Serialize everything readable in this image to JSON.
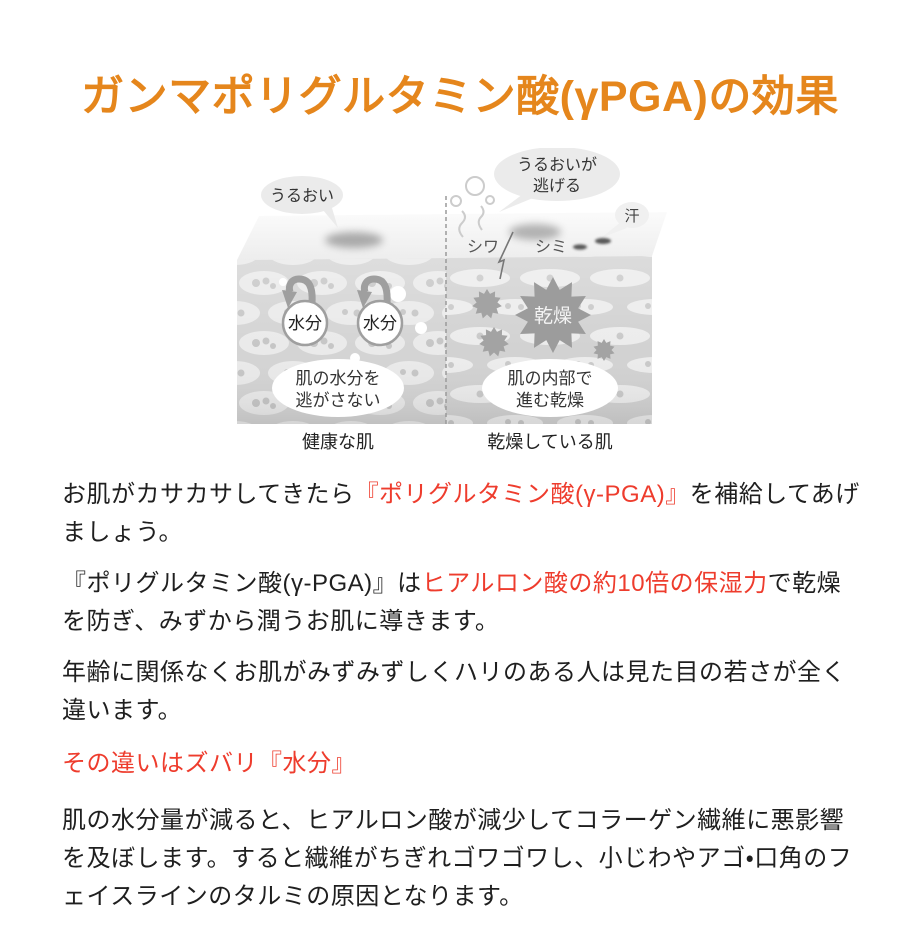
{
  "title": {
    "text": "ガンマポリグルタミン酸(γPGA)の効果"
  },
  "diagram": {
    "left": {
      "bubble": "うるおい",
      "drop_label": "水分",
      "callout_line1": "肌の水分を",
      "callout_line2": "逃がさない",
      "caption": "健康な肌"
    },
    "right": {
      "bubble_line1": "うるおいが",
      "bubble_line2": "逃げる",
      "sweat": "汗",
      "wrinkle": "シワ",
      "spot": "シミ",
      "dry": "乾燥",
      "callout_line1": "肌の内部で",
      "callout_line2": "進む乾燥",
      "caption": "乾燥している肌"
    }
  },
  "paragraphs": {
    "p1": {
      "a": "お肌がカサカサしてきたら",
      "b": "『ポリグルタミン酸(γ-PGA)』",
      "c": "を補給してあげましょう。"
    },
    "p2": {
      "a": "『ポリグルタミン酸(γ-PGA)』は",
      "b": "ヒアルロン酸の約10倍の保湿力",
      "c": "で乾燥を防ぎ、みずから潤うお肌に導きます。"
    },
    "p3": {
      "a": "年齢に関係なくお肌がみずみずしくハリのある人は見た目の若さが全く違います。"
    },
    "p4": {
      "a": "その違いはズバリ『水分』"
    },
    "p5": {
      "a": "肌の水分量が減ると、ヒアルロン酸が減少してコラーゲン繊維に悪影響を及ぼします。すると繊維がちぎれゴワゴワし、小じわやアゴ・口角のフェイスラインのタルミの原因となります。"
    }
  },
  "colors": {
    "accent_orange": "#e5861c",
    "highlight_red": "#ee3c2d",
    "body_text": "#1f1f1f"
  }
}
